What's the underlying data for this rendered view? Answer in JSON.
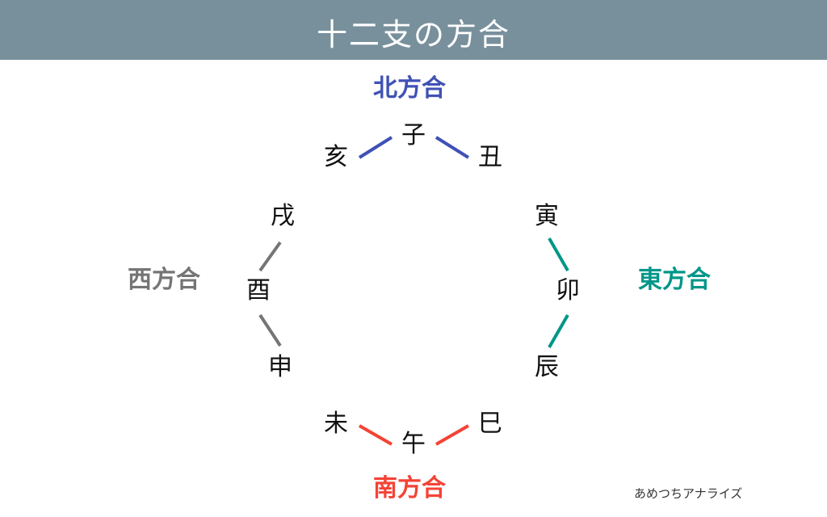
{
  "title": "十二支の方合",
  "groups": {
    "north": {
      "label": "北方合",
      "color": "#3f51b5"
    },
    "east": {
      "label": "東方合",
      "color": "#009688"
    },
    "south": {
      "label": "南方合",
      "color": "#f44336"
    },
    "west": {
      "label": "西方合",
      "color": "#757575"
    }
  },
  "signs": {
    "ne": "子",
    "ushi": "丑",
    "tora": "寅",
    "u": "卯",
    "tatsu": "辰",
    "mi": "巳",
    "uma": "午",
    "hitsuji": "未",
    "saru": "申",
    "tori": "酉",
    "inu": "戌",
    "i": "亥"
  },
  "watermark": "あめつちアナライズ"
}
